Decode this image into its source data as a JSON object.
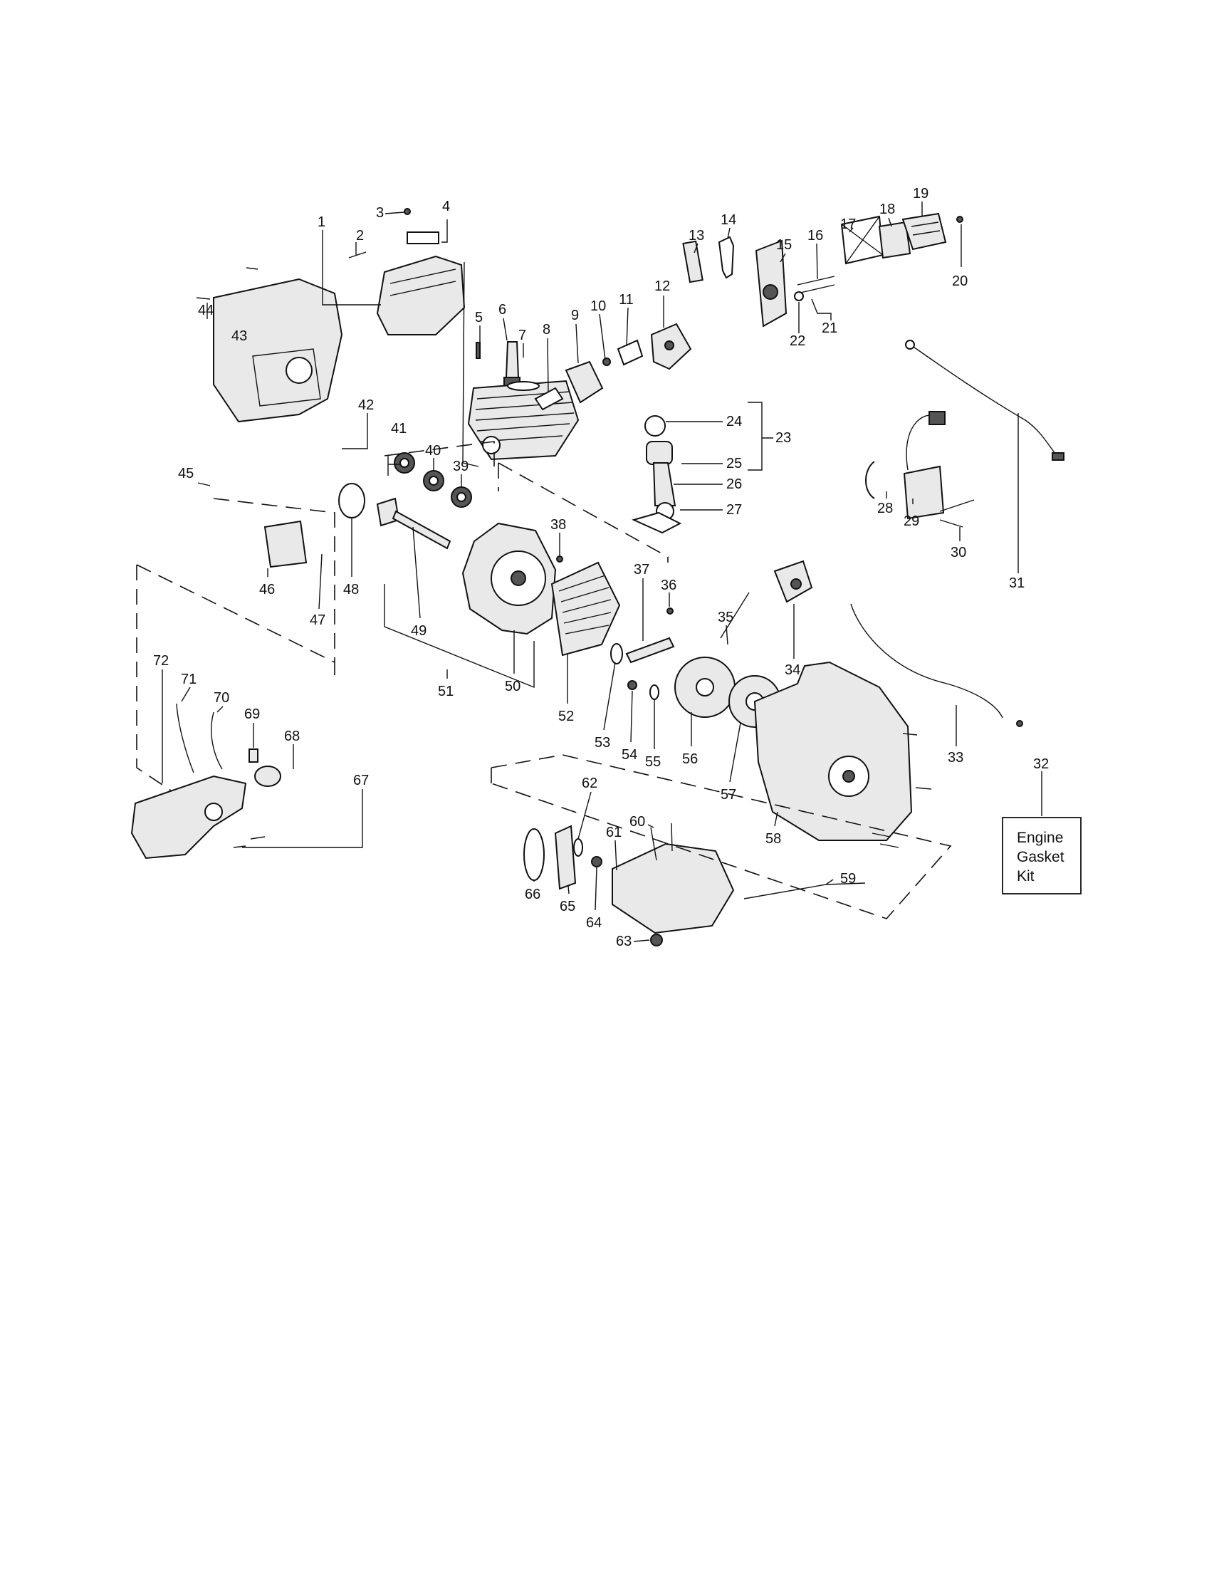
{
  "diagram": {
    "labels": [
      "1",
      "2",
      "3",
      "4",
      "5",
      "6",
      "7",
      "8",
      "9",
      "10",
      "11",
      "12",
      "13",
      "14",
      "15",
      "16",
      "17",
      "18",
      "19",
      "20",
      "21",
      "22",
      "23",
      "24",
      "25",
      "26",
      "27",
      "28",
      "29",
      "30",
      "31",
      "32",
      "33",
      "34",
      "35",
      "36",
      "37",
      "38",
      "39",
      "40",
      "41",
      "42",
      "43",
      "44",
      "45",
      "46",
      "47",
      "48",
      "49",
      "50",
      "51",
      "52",
      "53",
      "54",
      "55",
      "56",
      "57",
      "58",
      "59",
      "60",
      "61",
      "62",
      "63",
      "64",
      "65",
      "66",
      "67",
      "68",
      "69",
      "70",
      "71",
      "72"
    ],
    "kit_box": {
      "line1": "Engine",
      "line2": "Gasket",
      "line3": "Kit"
    }
  }
}
